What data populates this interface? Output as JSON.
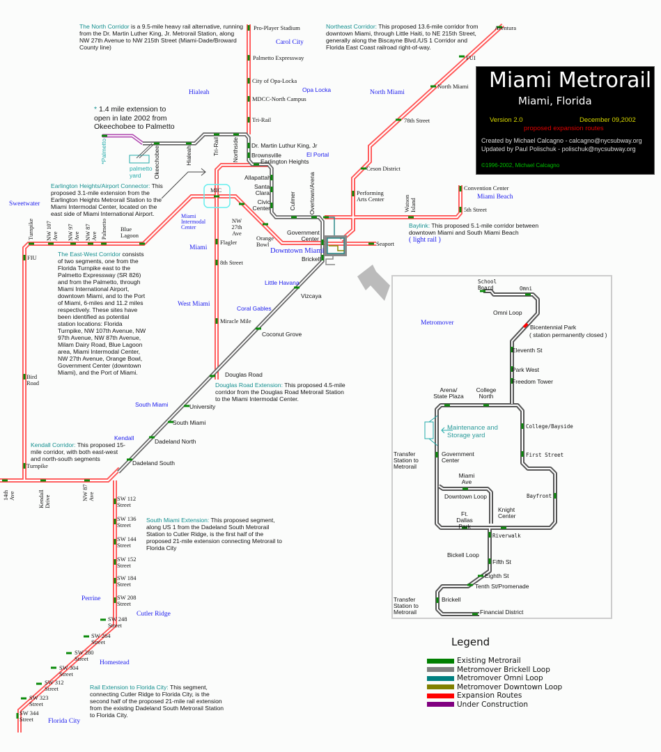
{
  "title_box": {
    "title": "Miami  Metrorail",
    "subtitle": "Miami, Florida",
    "version": "Version 2.0",
    "date": "December 09,2002",
    "proposed": "proposed expansion routes",
    "created_by": "Created by Michael Calcagno - calcagno@nycsubway.org",
    "updated_by": "Updated by Paul Polischuk - polischuk@nycsubway.org",
    "copyright": "©1996-2002, Michael Calcagno"
  },
  "descriptions": {
    "north": {
      "heading": "The North Corridor",
      "text": " is a 9.5-mile heavy rail alternative, running from the Dr. Martin Luther King, Jr. Metrorail Station, along NW 27th Avenue to NW 215th Street (Miami-Dade/Broward County line)"
    },
    "northeast": {
      "heading": "Northeast Corridor:",
      "text": " This proposed 13.6-mile corridor from downtown Miami, through Little Haiti, to NE 215th Street, generally along the Biscayne Blvd./US 1 Corridor and Florida East Coast railroad right-of-way."
    },
    "extension_note": {
      "star": "*",
      "text": " 1.4 mile extension to open in late 2002 from Okeechobee to Palmetto"
    },
    "earlington": {
      "heading": "Earlington Heights/Airport Connector:",
      "text": " This proposed 3.1-mile extension from the Earlington Heights Metrorail Station to the Miami Intermodal Center, located on the east side of Miami International Airport."
    },
    "east_west": {
      "heading": "The East-West Corridor",
      "text": " consists of two segments, one from the Florida Turnpike east to the Palmetto Expressway (SR 826) and from the Palmetto, through Miami International Airport, downtown Miami, and to the Port of Miami, 6-miles and 11.2 miles respectively. These sites have been identified as potential station locations: Florida Turnpike, NW 107th Avenue, NW 97th Avenue, NW 87th Avenue, Milam Dairy Road, Blue Lagoon area, Miami Intermodal Center, NW 27th Avenue, Orange Bowl, Government Center (downtown Miami), and the Port of Miami."
    },
    "douglas": {
      "heading": "Douglas Road Extension:",
      "text": " This proposed 4.5-mile corridor from the Douglas Road Metrorail Station to the Miami Intermodal Center."
    },
    "kendall": {
      "heading": "Kendall Corridor:",
      "text": " This proposed 15-mile corridor, with both east-west and north-south segments"
    },
    "south_miami": {
      "heading": "South Miami Extension:",
      "text": " This proposed segment, along US 1 from the Dadeland South Metrorail Station to Cutler Ridge, is the first half of the proposed 21-mile extension connecting Metrorail to Florida City"
    },
    "florida_city": {
      "heading": "Rail Extension to Florida City:",
      "text": " This segment, connecting Cutler Ridge to Florida City, is the second half of the proposed 21-mile rail extension from the existing Dadeland South Metrorail Station to Florida City."
    },
    "baylink": {
      "heading": "Baylink:",
      "text": " This proposed 5.1-mile corridor between downtown Miami and South Miami Beach",
      "note": "( light rail )"
    }
  },
  "areas": {
    "carol_city": "Carol City",
    "opa_locka": "Opa Locka",
    "hialeah": "Hialeah",
    "north_miami": "North Miami",
    "el_portal": "El Portal",
    "sweetwater": "Sweetwater",
    "miami": "Miami",
    "mic": "Miami Intermodal Center",
    "downtown": "Downtown Miami",
    "little_havana": "Little Havana",
    "west_miami": "West Miami",
    "coral_gables": "Coral Gables",
    "south_miami": "South Miami",
    "kendall": "Kendall",
    "perrine": "Perrine",
    "cutler_ridge": "Cutler Ridge",
    "homestead": "Homestead",
    "florida_city": "Florida City",
    "miami_beach": "Miami Beach",
    "metromover": "Metromover",
    "palmetto_yard": "palmetto yard"
  },
  "stations": {
    "north": [
      "Pro-Player Stadium",
      "Palmetto Expressway",
      "City of Opa-Locka",
      "MDCC-North Campus",
      "Tri-Rail"
    ],
    "existing": [
      "Dr. Martin Luthur King, Jr",
      "Brownsville",
      "Earlington Heights",
      "Allapattah",
      "Santa Clara",
      "Civic Center",
      "Culmer",
      "Overtown/Arena",
      "Government Center",
      "Brickell",
      "Vizcaya",
      "Coconut Grove",
      "Douglas Road",
      "University",
      "South Miami",
      "Dadeland North",
      "Dadeland South"
    ],
    "northwest": [
      "*Palmetto",
      "Okeechobee",
      "Hialeah",
      "Tri-Rail",
      "Northside"
    ],
    "mic_line": [
      "MIC",
      "Flagler",
      "8th Street",
      "Miracle Mile",
      "NW 27th Ave",
      "Orange Bowl"
    ],
    "east_west": [
      "Turnpike",
      "NW 107 Ave",
      "NW 97 Ave",
      "NW 87 Ave",
      "Palmetto",
      "Blue Lagoon"
    ],
    "kendall": [
      "FIU",
      "Bird Road",
      "Turnpike",
      "14th Ave",
      "Kendall Drive",
      "NW 87 Ave"
    ],
    "south": [
      "SW 112 Street",
      "SW 136 Street",
      "SW 144 Street",
      "SW 152 Street",
      "SW 184 Street",
      "SW 208 Street",
      "SW 248 Street",
      "SW 264 Street",
      "SW 280 Street",
      "SW 304 Street",
      "SW 312 Street",
      "SW 323 Street",
      "SW 344 Street"
    ],
    "northeast": [
      "Aventura",
      "FUI",
      "North Miami",
      "78th Street",
      "Ceson District",
      "Performing Arts Center"
    ],
    "baylink": [
      "Watson Island",
      "Convention Center",
      "5th Street",
      "Seaport"
    ]
  },
  "metromover": {
    "stations": [
      "School Board",
      "Omni",
      "Bicentennial Park",
      "( station permanently closed )",
      "Eleventh St",
      "Park West",
      "Freedom Tower",
      "Arena/ State Plaza",
      "College North",
      "College/Bayside",
      "Government Center",
      "First Street",
      "Miami Ave",
      "Bayfront",
      "Ft. Dallas Park",
      "Knight Center",
      "Riverwalk",
      "Fifth St",
      "Eighth St",
      "Tenth St/Promenade",
      "Brickell",
      "Financial District"
    ],
    "loops": [
      "Omni Loop",
      "Downtown Loop",
      "Bickell Loop"
    ],
    "transfer": "Transfer Station to Metrorail",
    "yard": "Maintenance and Storage yard"
  },
  "legend": {
    "title": "Legend",
    "items": [
      {
        "label": "Existing Metrorail",
        "color": "#008000"
      },
      {
        "label": "Metromover Brickell Loop",
        "color": "#808080"
      },
      {
        "label": "Metromover Omni Loop",
        "color": "#008080"
      },
      {
        "label": "Metromover Downtown Loop",
        "color": "#808000"
      },
      {
        "label": "Expansion Routes",
        "color": "#ff0000"
      },
      {
        "label": "Under Construction",
        "color": "#800080"
      }
    ]
  }
}
